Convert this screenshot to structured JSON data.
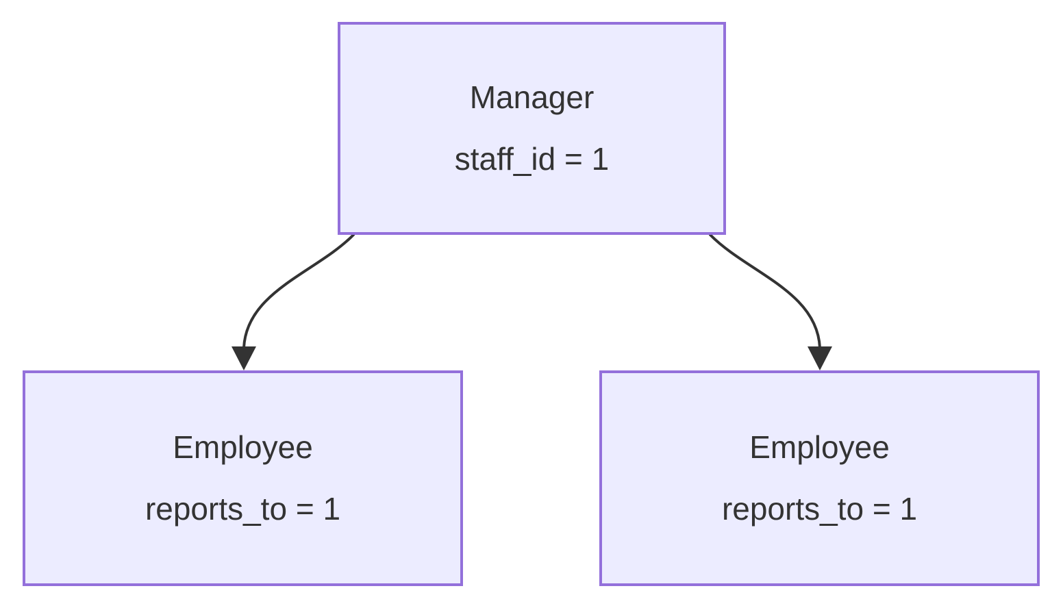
{
  "diagram": {
    "type": "flowchart",
    "direction": "top-down",
    "colors": {
      "background": "#ffffff",
      "node_fill": "#ECECFF",
      "node_border": "#9370DB",
      "text_color": "#333333",
      "edge_color": "#333333"
    },
    "nodes": [
      {
        "id": "manager",
        "title": "Manager",
        "subtitle": "staff_id = 1"
      },
      {
        "id": "employee-left",
        "title": "Employee",
        "subtitle": "reports_to = 1"
      },
      {
        "id": "employee-right",
        "title": "Employee",
        "subtitle": "reports_to = 1"
      }
    ],
    "edges": [
      {
        "from": "manager",
        "to": "employee-left",
        "label": ""
      },
      {
        "from": "manager",
        "to": "employee-right",
        "label": ""
      }
    ]
  }
}
